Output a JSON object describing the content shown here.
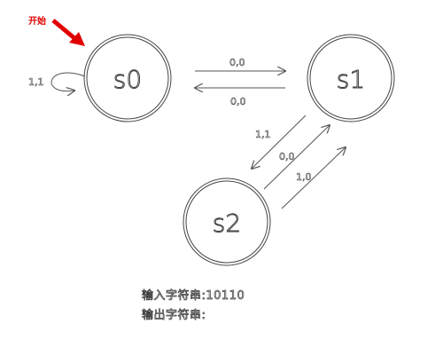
{
  "start_label": "开始",
  "states": [
    {
      "id": "s0",
      "label": "s0"
    },
    {
      "id": "s1",
      "label": "s1"
    },
    {
      "id": "s2",
      "label": "s2"
    }
  ],
  "transitions": [
    {
      "from": "s0",
      "to": "s0",
      "label": "1,1"
    },
    {
      "from": "s0",
      "to": "s1",
      "label": "0,0"
    },
    {
      "from": "s1",
      "to": "s0",
      "label": "0,0"
    },
    {
      "from": "s1",
      "to": "s2",
      "label": "1,1"
    },
    {
      "from": "s2",
      "to": "s1",
      "label": "0,0"
    },
    {
      "from": "s2",
      "to": "s1",
      "label": "1,0"
    }
  ],
  "io": {
    "input_label": "输入字符串:",
    "input_value": "10110",
    "output_label": "输出字符串:",
    "output_value": ""
  },
  "colors": {
    "start_arrow": "#e00000",
    "lines": "#555555"
  }
}
